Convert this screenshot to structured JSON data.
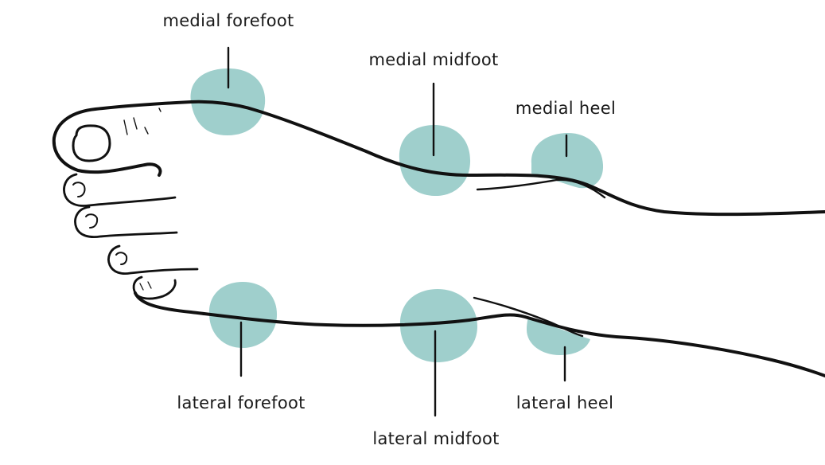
{
  "colors": {
    "zone_fill": "#9fcfcc",
    "outline": "#111111",
    "text": "#1a1a1a"
  },
  "labels": {
    "medial_forefoot": "medial forefoot",
    "medial_midfoot": "medial midfoot",
    "medial_heel": "medial heel",
    "lateral_forefoot": "lateral forefoot",
    "lateral_midfoot": "lateral midfoot",
    "lateral_heel": "lateral heel"
  }
}
